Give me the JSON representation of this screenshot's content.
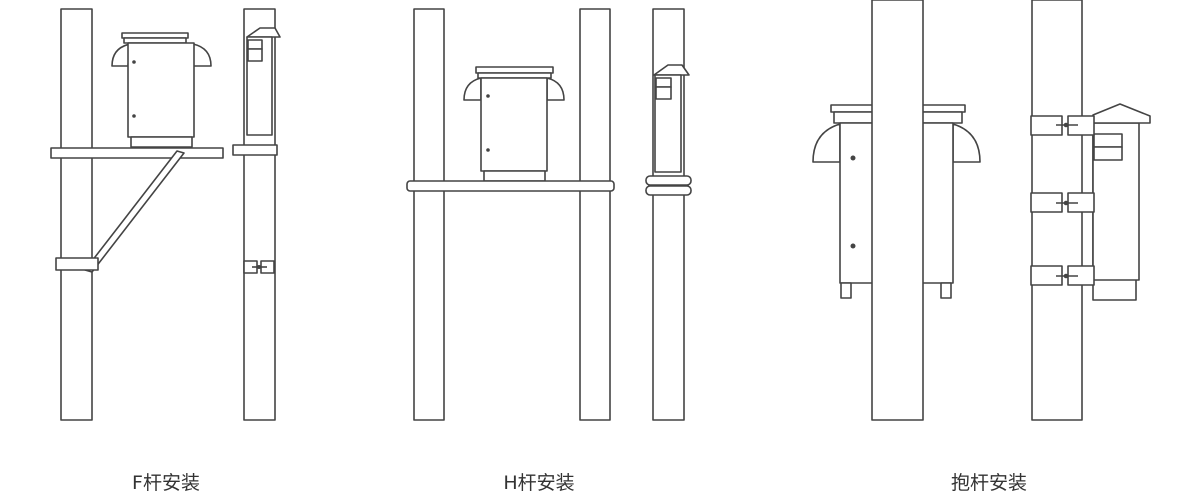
{
  "captions": {
    "f_pole": "F杆安装",
    "h_pole": "H杆安装",
    "hold_pole": "抱杆安装"
  },
  "colors": {
    "line": "#444444",
    "fill": "#ffffff",
    "caption_text": "#333333"
  }
}
